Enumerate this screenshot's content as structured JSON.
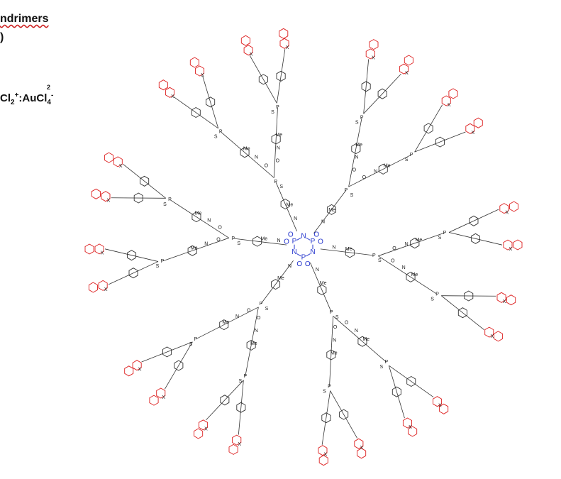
{
  "captions": {
    "title": "ndrimers",
    "paren": ")",
    "sub_digit": "2",
    "formula_left": "Cl",
    "formula_sub1": "2",
    "formula_sup1": "+",
    "formula_mid": ":AuCl",
    "formula_sub2": "4",
    "formula_sup2": "-"
  },
  "structure": {
    "core_atoms": [
      "N",
      "P",
      "N",
      "P",
      "N",
      "P"
    ],
    "core_oxygen": "O",
    "branch_labels": [
      "Me",
      "N",
      "P",
      "S",
      "O"
    ],
    "terminal_group_mark": "X"
  },
  "colors": {
    "core": "#2233cc",
    "branch": "#333333",
    "terminal": "#dd2020",
    "background": "#ffffff"
  }
}
